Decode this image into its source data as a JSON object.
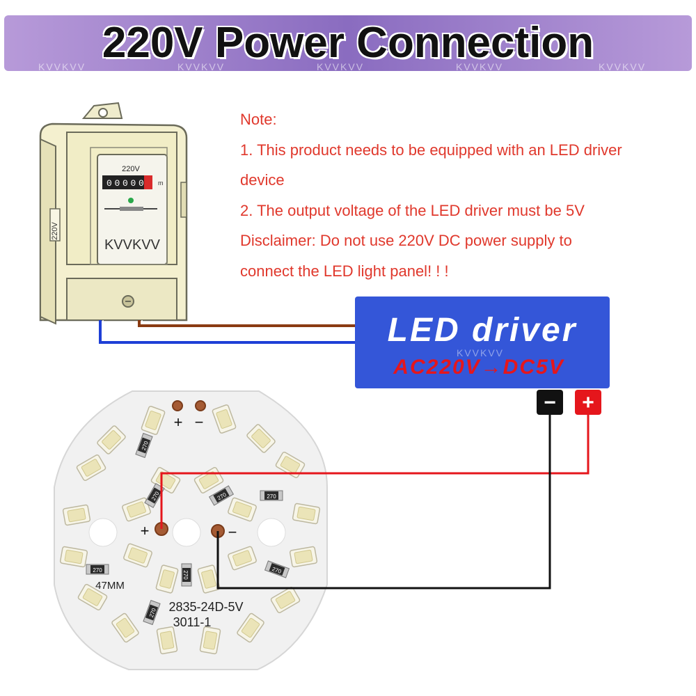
{
  "banner": {
    "title": "220V Power Connection",
    "watermark": "KVVKVV",
    "accent_color": "#8a6cc0"
  },
  "notes": {
    "heading": "Note:",
    "line1": "1. This product needs to be equipped with an LED driver",
    "line2": "device",
    "line3": "2. The output voltage of the LED driver must be 5V",
    "line4": "Disclaimer: Do not use 220V DC power supply to",
    "line5": "connect the LED light panel! ! !",
    "color": "#e0382c"
  },
  "meter": {
    "top_label": "220V",
    "side_label": "220V",
    "brand": "KVVKVV",
    "counter_digits": [
      "0",
      "0",
      "0",
      "0",
      "0"
    ],
    "unit": "m"
  },
  "driver": {
    "title": "LED driver",
    "subtitle": "AC220V→DC5V",
    "watermark": "KVVKVV",
    "negative_terminal": "−",
    "positive_terminal": "+",
    "box_color": "#3456d8"
  },
  "board": {
    "size_label": "47MM",
    "model_line1": "2835-24D-5V",
    "model_line2": "3011-1",
    "pad_plus": "+",
    "pad_minus": "−",
    "center_plus": "+",
    "center_minus": "−",
    "resistor_code": "270",
    "led_count": 24
  },
  "wires": {
    "live_color": "#8a3b12",
    "neutral_color": "#1e3fd6",
    "positive_color": "#e5161c",
    "negative_color": "#111111"
  }
}
